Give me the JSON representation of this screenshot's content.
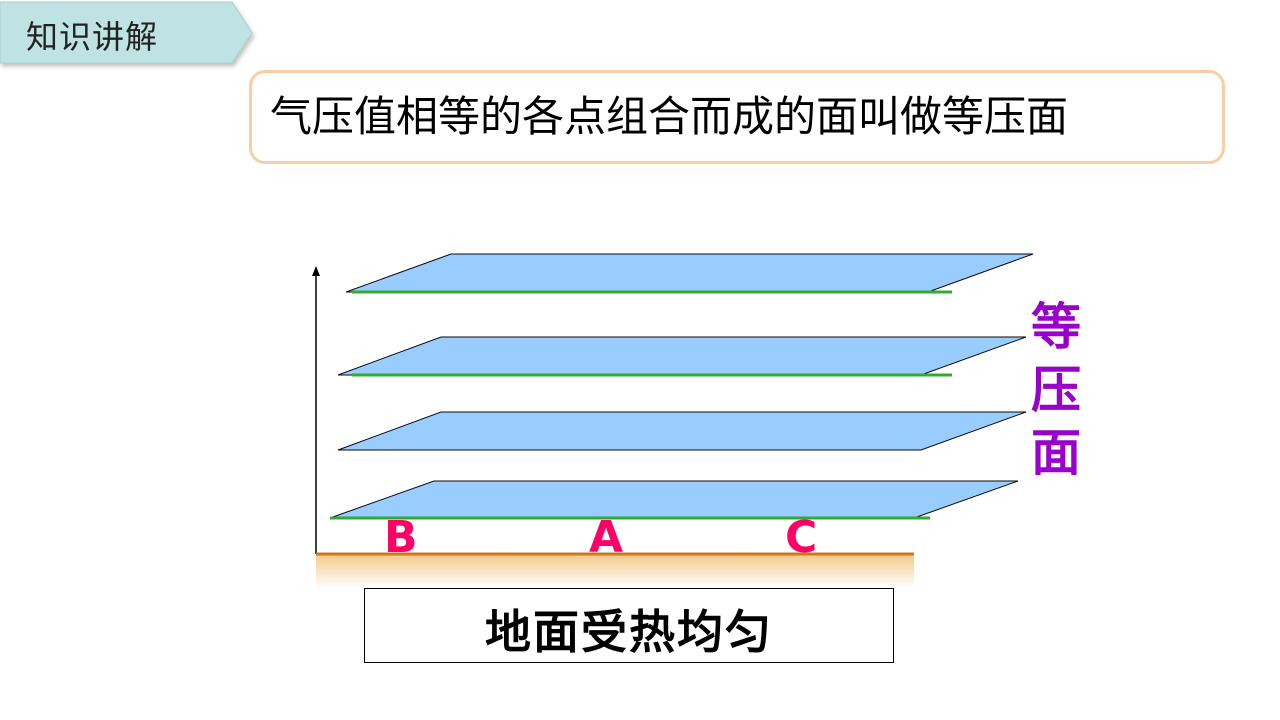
{
  "section_tag": {
    "label": "知识讲解"
  },
  "definition": {
    "text": "气压值相等的各点组合而成的面叫做等压面"
  },
  "diagram": {
    "points": [
      "B",
      "A",
      "C"
    ],
    "isobaric_label": [
      "等",
      "压",
      "面"
    ],
    "ground_caption": "地面受热均匀",
    "colors": {
      "plane_fill": "#99ccff",
      "plane_edge": "#0a0a0a",
      "level_line": "#33aa33",
      "ground": "#cc7722",
      "point_label": "#ff0066",
      "isobaric_label": "#9900cc",
      "tag_bg": "#bfe3e3",
      "box_border": "#f6cfa6"
    }
  }
}
